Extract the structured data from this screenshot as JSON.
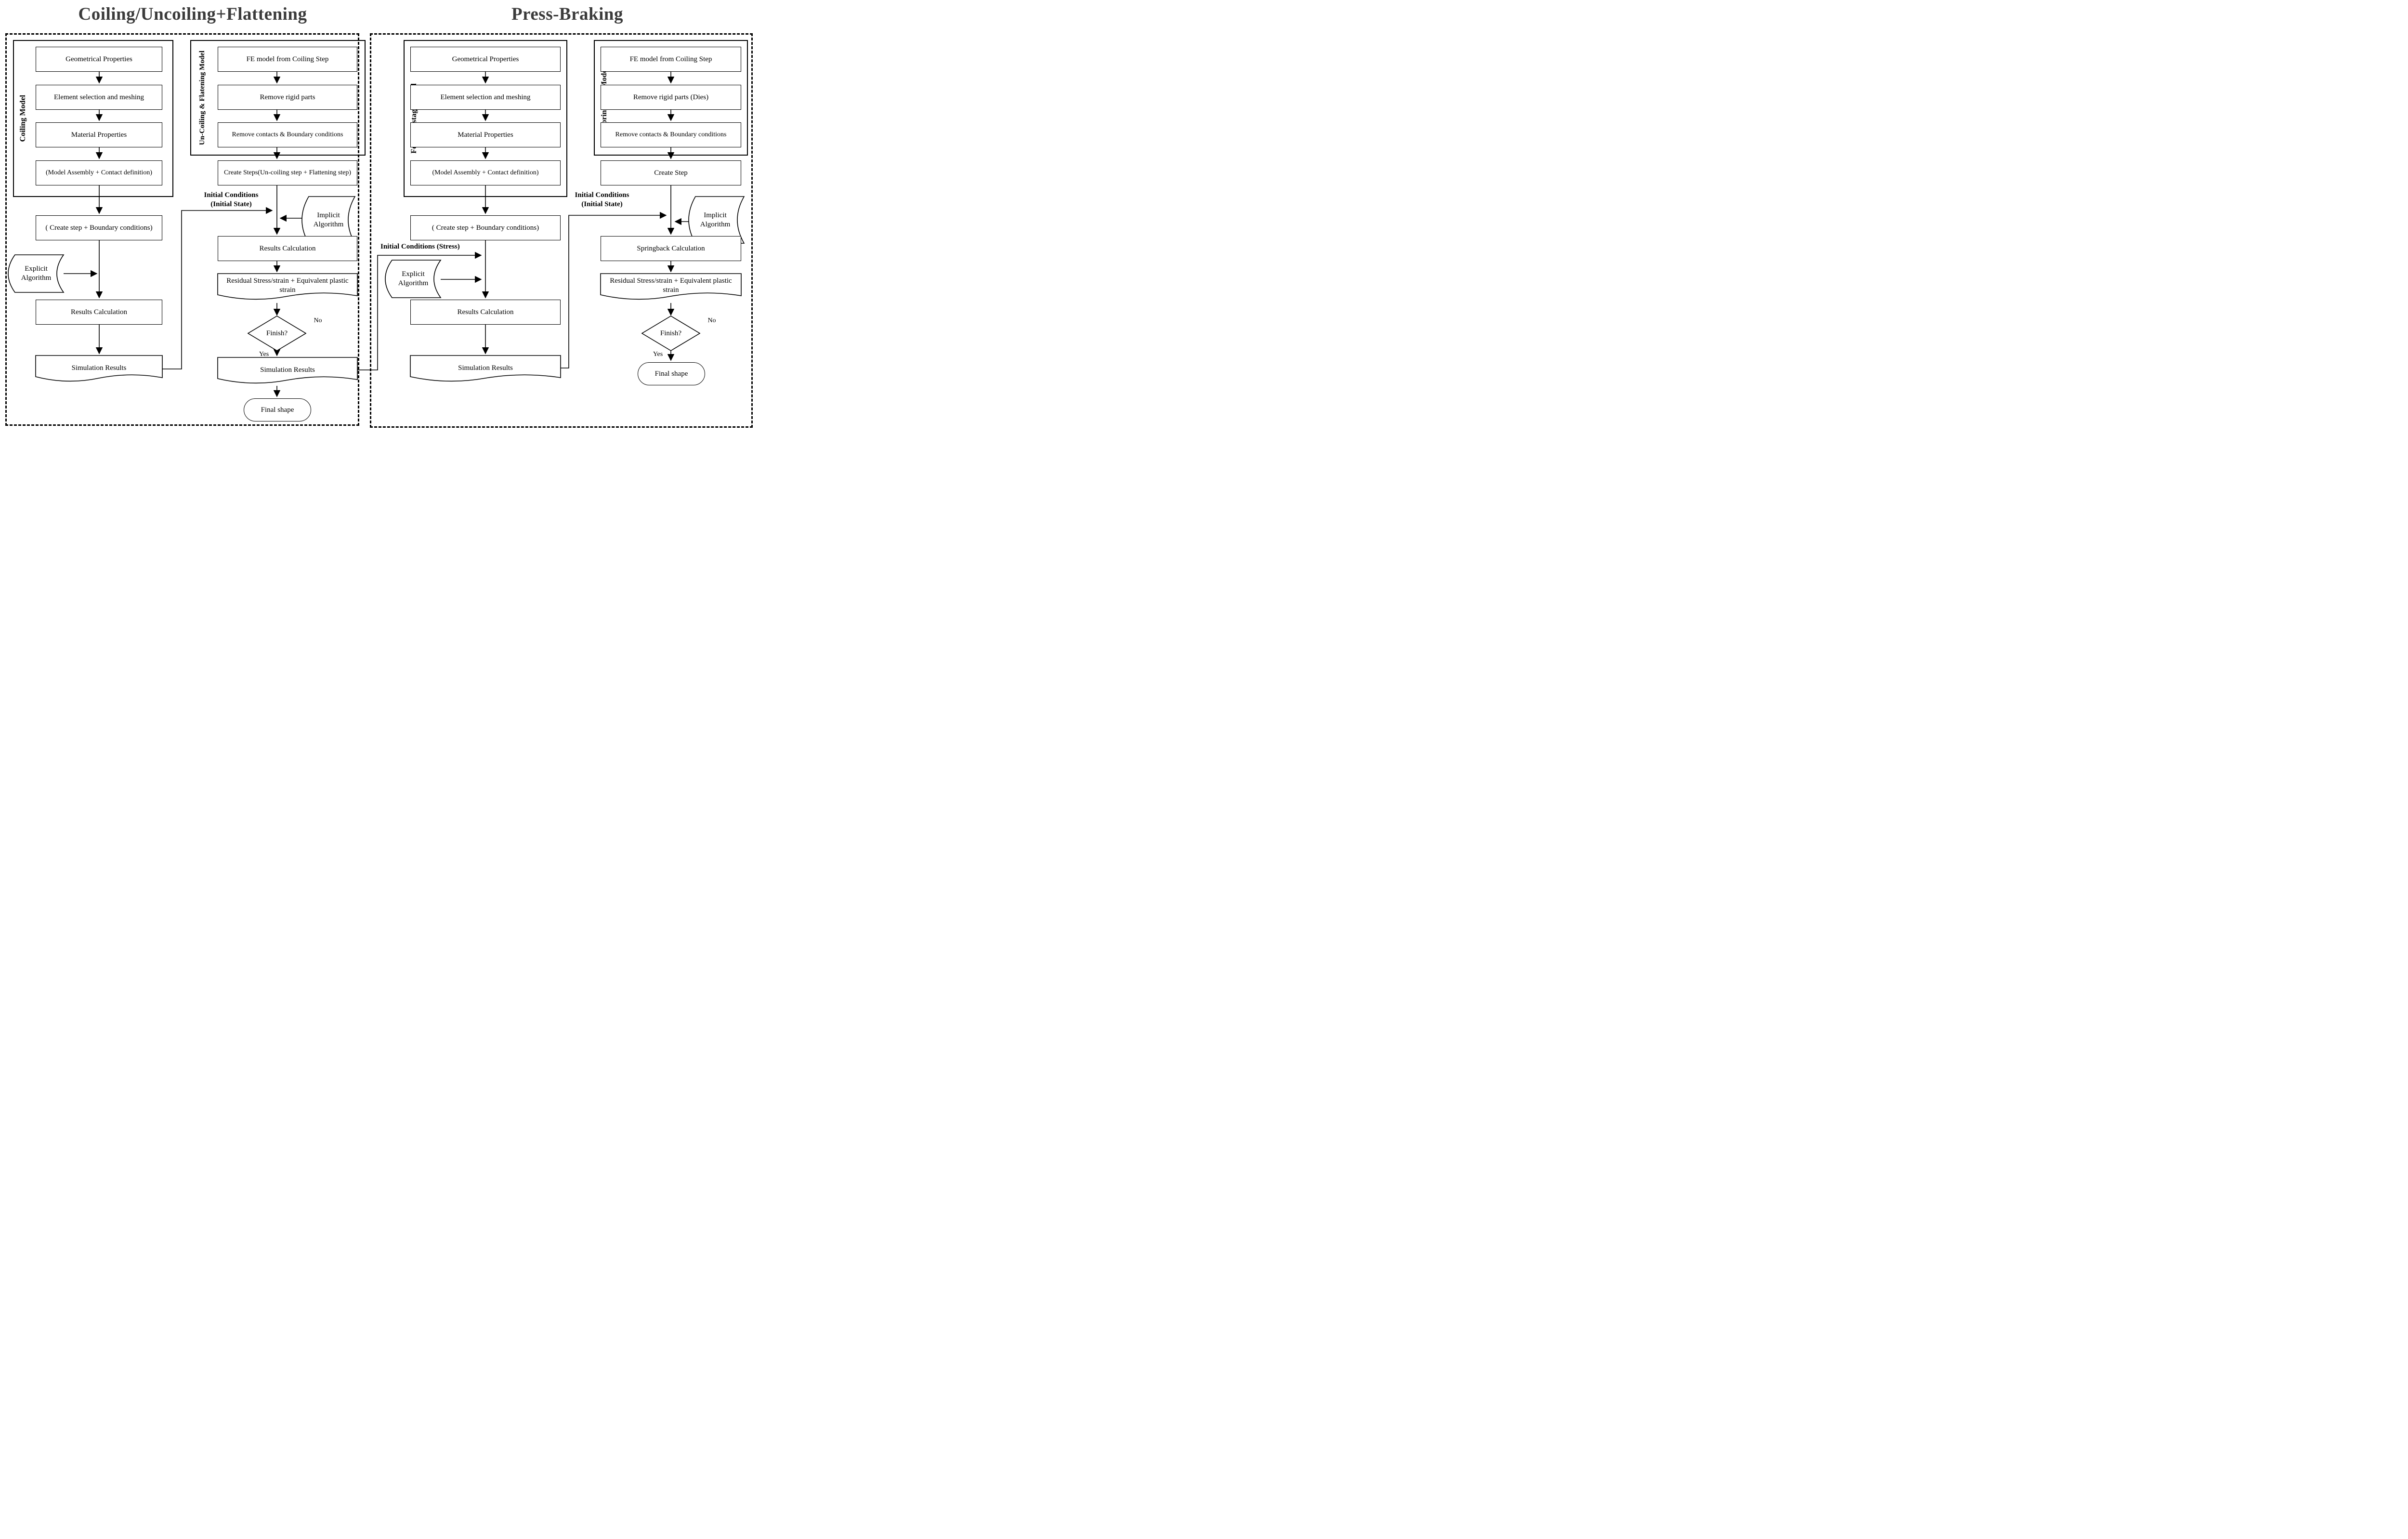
{
  "titles": {
    "left": "Coiling/Uncoiling+Flattening",
    "right": "Press-Braking"
  },
  "colors": {
    "title": "#3b3b3b",
    "line": "#000000",
    "background": "#ffffff"
  },
  "shared": {
    "initial_conditions_line1": "Initial Conditions",
    "initial_conditions_line2": "(Initial State)",
    "initial_conditions_stress": "Initial Conditions (Stress)",
    "explicit_algorithm": "Explicit Algorithm",
    "implicit_algorithm": "Implicit Algorithm",
    "results_calculation": "Results Calculation",
    "simulation_results": "Simulation Results",
    "residual": "Residual Stress/strain + Equivalent plastic strain",
    "finish": "Finish?",
    "yes": "Yes",
    "no": "No",
    "final_shape": "Final shape"
  },
  "coiling": {
    "label": "Coiling Model",
    "boxes": [
      "Geometrical Properties",
      "Element selection and meshing",
      "Material Properties",
      "(Model Assembly + Contact definition)"
    ],
    "create": "( Create step + Boundary conditions)"
  },
  "uncoiling": {
    "label": "Un-Coiling & Flatening Model",
    "boxes": [
      "FE model from Coiling Step",
      "Remove rigid parts",
      "Remove contacts & Boundary conditions"
    ],
    "create": "Create Steps(Un-coiling step + Flattening step)"
  },
  "forming": {
    "label": "Forming stage Model",
    "boxes": [
      "Geometrical Properties",
      "Element selection and meshing",
      "Material Properties",
      "(Model Assembly + Contact definition)"
    ],
    "create": "( Create step + Boundary conditions)"
  },
  "springback": {
    "label": "Springback Model",
    "boxes": [
      "FE model from Coiling Step",
      "Remove rigid parts (Dies)",
      "Remove contacts & Boundary conditions"
    ],
    "create": "Create Step",
    "calculation": "Springback Calculation"
  }
}
